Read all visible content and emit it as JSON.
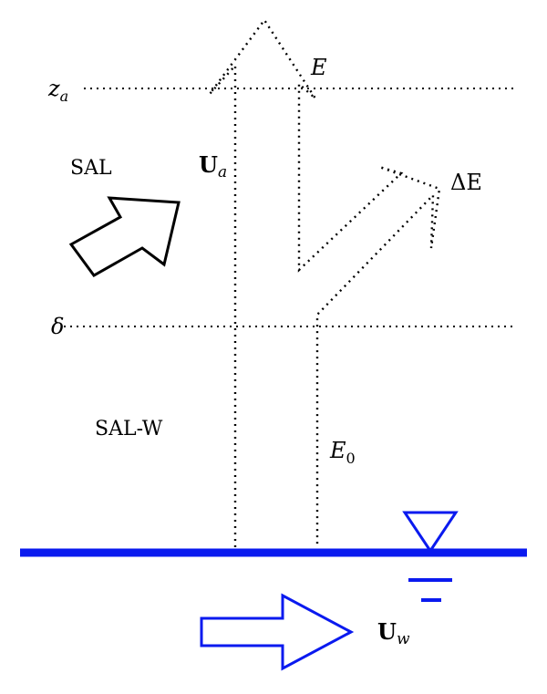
{
  "labels": {
    "za_main": "z",
    "za_sub": "a",
    "delta": "δ",
    "E": "E",
    "deltaE": "ΔE",
    "E0_main": "E",
    "E0_sub": "0",
    "Ua_main": "U",
    "Ua_sub": "a",
    "Uw_main": "U",
    "Uw_sub": "w",
    "sal": "SAL",
    "salw": "SAL-W"
  },
  "colors": {
    "water": "#0a1aef",
    "ink": "#000000"
  }
}
